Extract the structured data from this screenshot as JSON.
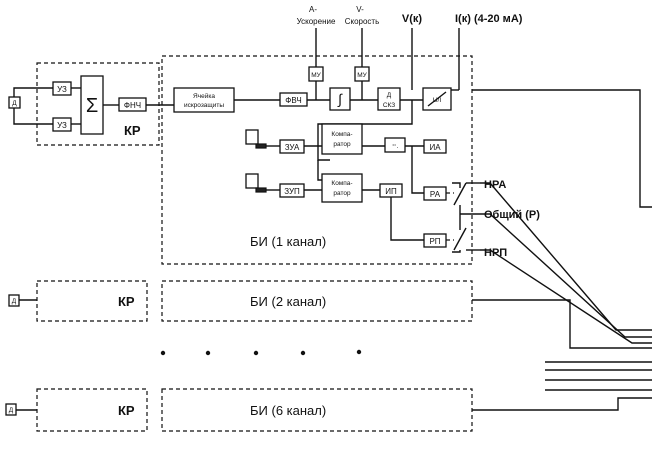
{
  "top": {
    "accel_letter": "A-",
    "accel_word": "Ускорение",
    "speed_letter": "V-",
    "speed_word": "Скорость",
    "v_label": "V(к)",
    "i_label": "I(к) (4-20 мА)"
  },
  "kp": {
    "uz_top": "УЗ",
    "uz_bottom": "УЗ",
    "sum": "Σ",
    "sensor": "Д",
    "label": "КР"
  },
  "bi1": {
    "fnch": "ФНЧ",
    "protection_line1": "Ячейка",
    "protection_line2": "искрозащиты",
    "fvch": "ФВЧ",
    "mu_left": "МУ",
    "mu_right": "МУ",
    "integrator": "∫",
    "skz_top": "Д",
    "skz_bottom": "СКЗ",
    "ui": "U/I",
    "zua": "ЗУА",
    "zup": "ЗУП",
    "comp1_line1": "Компа-",
    "comp1_line2": "ратор",
    "comp2_line1": "Компа-",
    "comp2_line2": "ратор",
    "ia": "ИА",
    "ip": "ИП",
    "ra": "РА",
    "rp": "РП",
    "label": "БИ (1 канал)"
  },
  "relays": {
    "nra": "НРА",
    "common": "Общий (Р)",
    "nrp": "НРП"
  },
  "channel2": {
    "sensor": "Д",
    "kp": "КР",
    "bi": "БИ (2 канал)"
  },
  "channel6": {
    "sensor": "Д",
    "kp": "КР",
    "bi": "БИ (6 канал)"
  }
}
